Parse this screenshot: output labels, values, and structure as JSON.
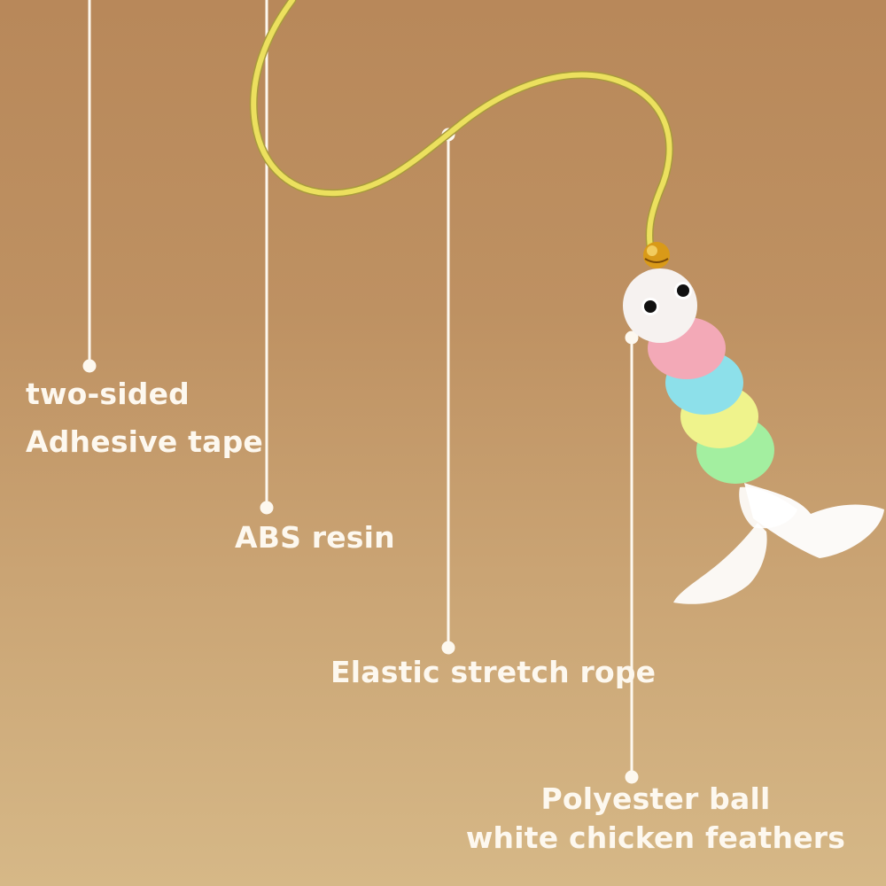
{
  "image": {
    "subject": "cat toy with elastic rope, bell, caterpillar polyester balls and feathers",
    "background_gradient": [
      "#b8885a",
      "#d6b887"
    ],
    "rope_color": "#e8dc5a",
    "leader_line_color": "#fdf8ef"
  },
  "callouts": [
    {
      "id": "tape",
      "lines": [
        "two-sided",
        "Adhesive tape"
      ]
    },
    {
      "id": "abs",
      "lines": [
        "ABS resin"
      ]
    },
    {
      "id": "rope",
      "lines": [
        "Elastic stretch rope"
      ]
    },
    {
      "id": "ball",
      "lines": [
        "Polyester ball",
        "white chicken feathers"
      ]
    }
  ],
  "toy": {
    "segment_colors": [
      "#f7f3f0",
      "#f2a9b6",
      "#8fe2ea",
      "#eef38a",
      "#a6f0a0"
    ],
    "bell_color": "#e0a020",
    "feather_color": "#ffffff"
  }
}
